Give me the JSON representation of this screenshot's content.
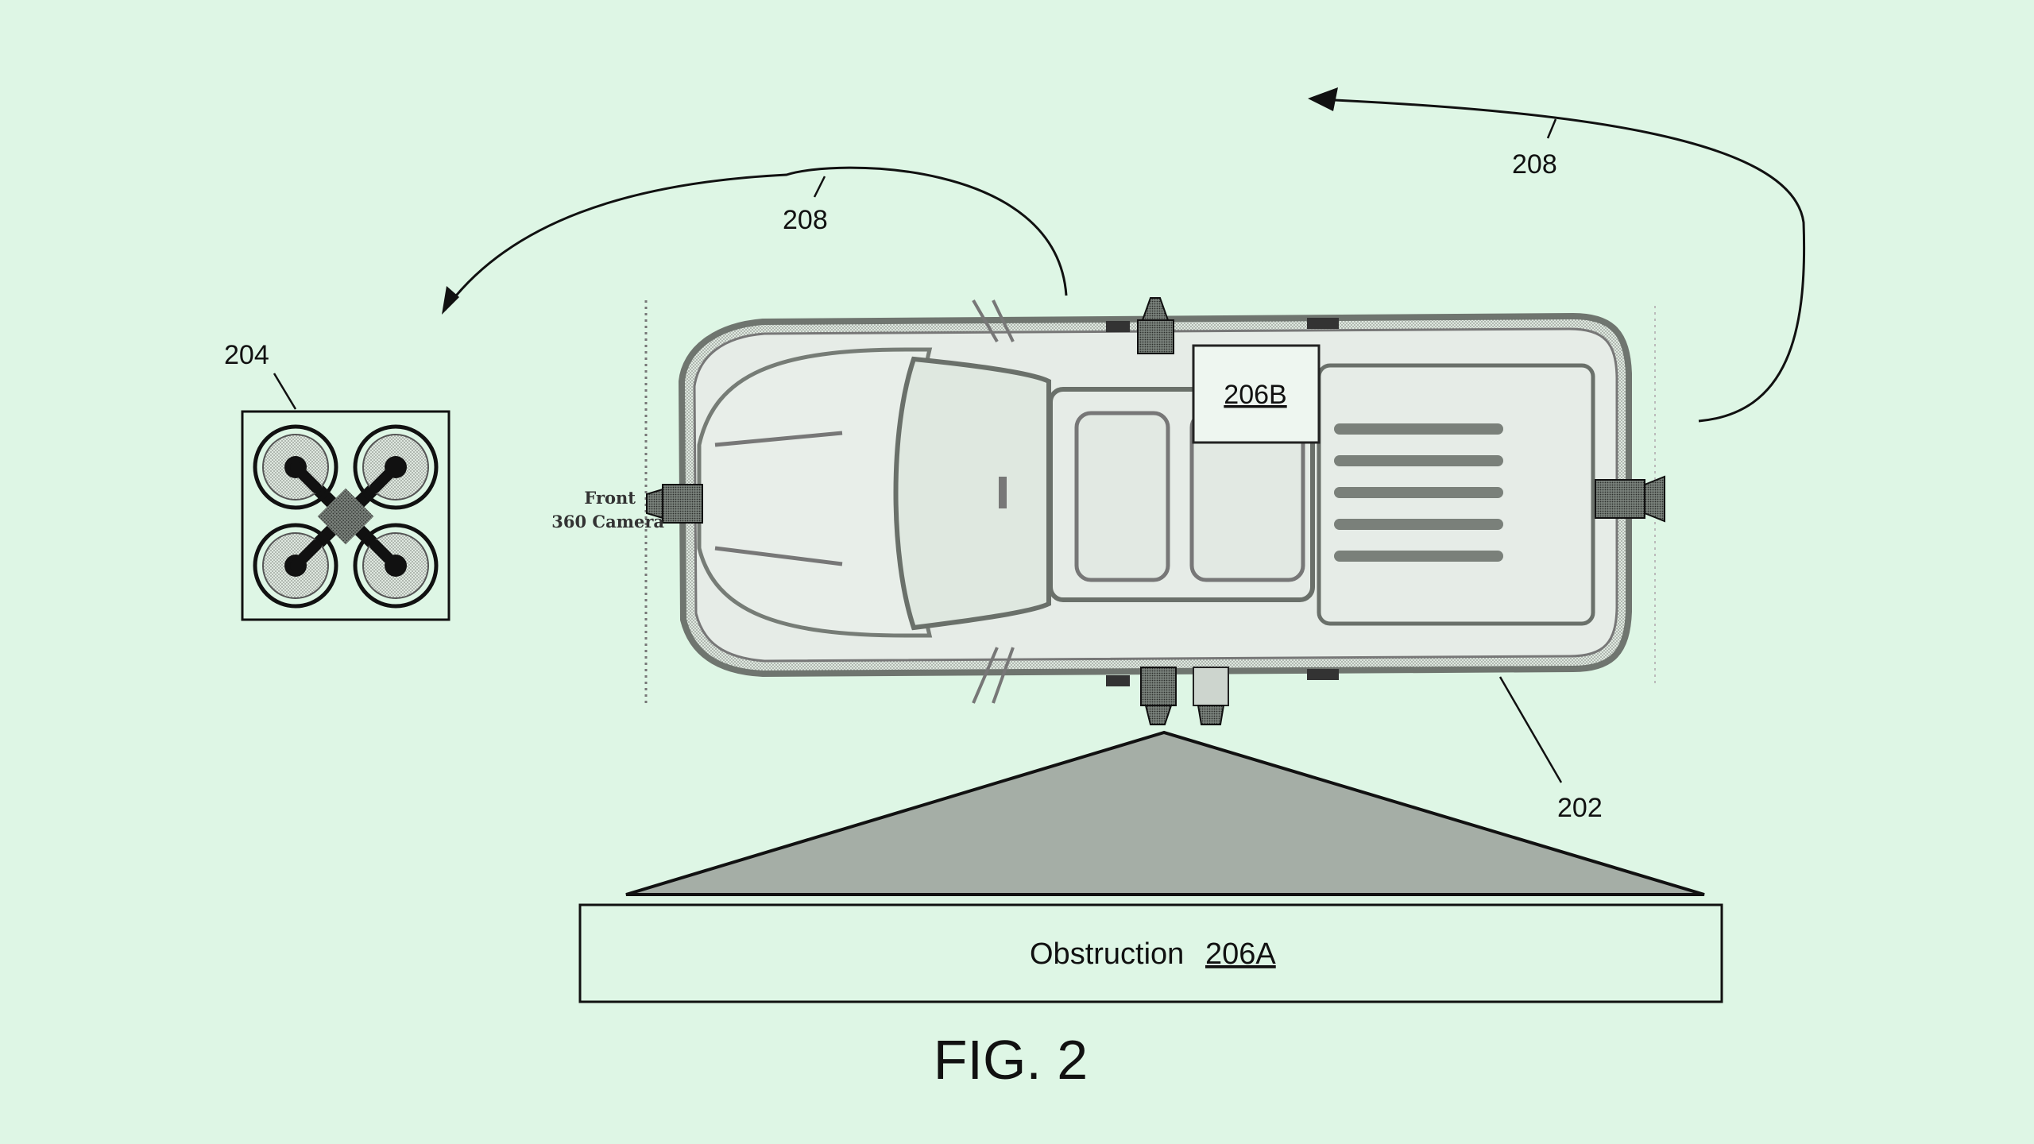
{
  "figure": {
    "caption": "FIG. 2",
    "labels": {
      "drone": "204",
      "vehicle": "202",
      "flight_path_left": "208",
      "flight_path_right": "208",
      "box_206b": "206B",
      "obstruction_word": "Obstruction",
      "obstruction_ref": "206A",
      "front_camera_line1": "Front",
      "front_camera_line2": "360 Camera"
    }
  },
  "colors": {
    "background": "#def6e5",
    "ink": "#111111",
    "cone_fill": "#a5aea6"
  }
}
